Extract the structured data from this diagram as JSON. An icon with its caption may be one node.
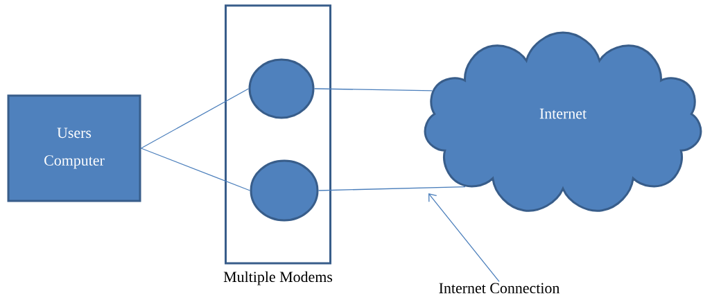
{
  "diagram": {
    "nodes": [
      {
        "text": [
          "Users Computer"
        ]
      },
      {
        "text": [
          "Multiple Modems"
        ]
      },
      {
        "text": [],
        "shape": "circle",
        "in": 1
      },
      {
        "text": [],
        "shape": "circle",
        "in": 1
      },
      {
        "text": [
          "Internet"
        ]
      },
      {
        "text": [
          "Internet Connection"
        ]
      }
    ],
    "edges": [
      {
        "from": 0,
        "to": 2,
        "arrow": "none"
      },
      {
        "from": 0,
        "to": 3,
        "arrow": "none"
      },
      {
        "from": 2,
        "to": 4,
        "arrow": "none"
      },
      {
        "from": 3,
        "to": 4,
        "arrow": "none"
      },
      {
        "from": 5,
        "to": null,
        "arrow": "to"
      }
    ]
  }
}
